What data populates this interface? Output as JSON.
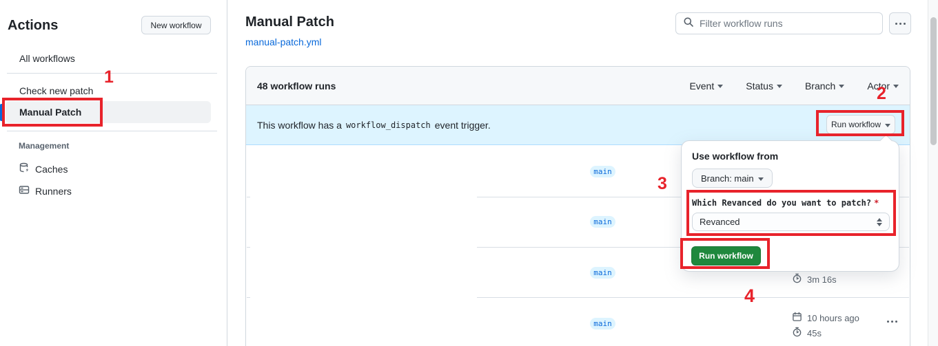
{
  "page": {
    "top_accent_color": "#f0705c",
    "annotation_color": "#e8232b"
  },
  "annotations": {
    "step1": "1",
    "step2": "2",
    "step3": "3",
    "step4": "4"
  },
  "sidebar": {
    "title": "Actions",
    "new_workflow_label": "New workflow",
    "items": [
      {
        "label": "All workflows"
      },
      {
        "label": "Check new patch"
      },
      {
        "label": "Manual Patch",
        "selected": true
      }
    ],
    "management": {
      "header": "Management",
      "items": [
        {
          "label": "Caches",
          "icon": "cache-icon"
        },
        {
          "label": "Runners",
          "icon": "server-icon"
        }
      ]
    }
  },
  "header": {
    "title": "Manual Patch",
    "workflow_file": "manual-patch.yml",
    "filter_placeholder": "Filter workflow runs"
  },
  "runs": {
    "count_label": "48 workflow runs",
    "filters": [
      {
        "label": "Event"
      },
      {
        "label": "Status"
      },
      {
        "label": "Branch"
      },
      {
        "label": "Actor"
      }
    ],
    "banner": {
      "text_before": "This workflow has a",
      "code": "workflow_dispatch",
      "text_after": "event trigger.",
      "run_button_label": "Run workflow"
    },
    "rows": [
      {
        "branch": "main"
      },
      {
        "branch": "main"
      },
      {
        "branch": "main",
        "duration": "3m 16s"
      },
      {
        "branch": "main",
        "date": "10 hours ago",
        "duration": "45s"
      }
    ],
    "branch_badge_color": "#0969da",
    "banner_color": "#ddf4ff"
  },
  "run_dialog": {
    "heading": "Use workflow from",
    "branch_button": "Branch: main",
    "input_label": "Which Revanced do you want to patch?",
    "required_marker": "*",
    "input_value": "Revanced",
    "submit_label": "Run workflow",
    "submit_color": "#1f883d"
  }
}
